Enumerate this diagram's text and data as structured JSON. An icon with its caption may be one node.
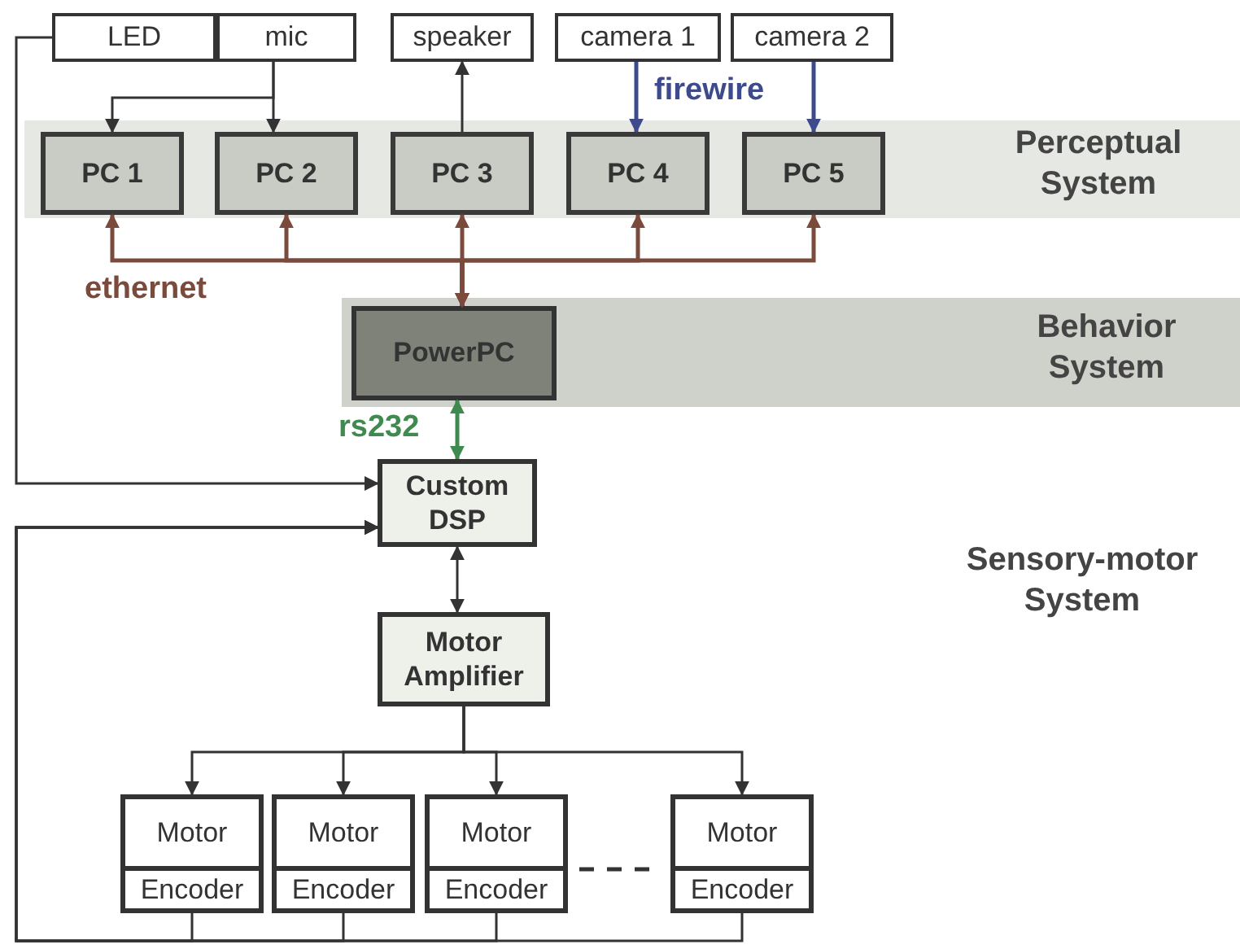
{
  "diagram": {
    "nodes": [
      {
        "text": [
          "LED"
        ]
      },
      {
        "text": [
          "mic"
        ]
      },
      {
        "text": [
          "speaker"
        ]
      },
      {
        "text": [
          "camera 1"
        ]
      },
      {
        "text": [
          "camera 2"
        ]
      },
      {
        "text": [
          "Perceptual System"
        ]
      },
      {
        "text": [
          "PC 1"
        ],
        "in": 5
      },
      {
        "text": [
          "PC 2"
        ],
        "in": 5
      },
      {
        "text": [
          "PC 3"
        ],
        "in": 5
      },
      {
        "text": [
          "PC 4"
        ],
        "in": 5
      },
      {
        "text": [
          "PC 5"
        ],
        "in": 5
      },
      {
        "text": [
          "Behavior System"
        ]
      },
      {
        "text": [
          "PowerPC"
        ],
        "in": 11
      },
      {
        "text": [
          "Custom DSP"
        ]
      },
      {
        "text": [
          "Motor Amplifier"
        ]
      },
      {
        "text": [
          "Motor",
          "Encoder"
        ]
      },
      {
        "text": [
          "Motor",
          "Encoder"
        ]
      },
      {
        "text": [
          "Motor",
          "Encoder"
        ]
      },
      {
        "text": [
          "Motor",
          "Encoder"
        ]
      }
    ],
    "edges": [
      {
        "from": 0,
        "to": 13,
        "arrow": "to"
      },
      {
        "from": 1,
        "to": 6,
        "arrow": "to"
      },
      {
        "from": 1,
        "to": 7,
        "arrow": "to"
      },
      {
        "from": 8,
        "to": 2,
        "arrow": "to"
      },
      {
        "from": 3,
        "to": 9,
        "arrow": "to",
        "label": "firewire",
        "color": "#3d4a8c"
      },
      {
        "from": 4,
        "to": 10,
        "arrow": "to",
        "color": "#3d4a8c"
      },
      {
        "from": 12,
        "to": 6,
        "arrow": "both",
        "label": "ethernet",
        "color": "#7a4a3c"
      },
      {
        "from": 12,
        "to": 7,
        "arrow": "both",
        "color": "#7a4a3c"
      },
      {
        "from": 12,
        "to": 8,
        "arrow": "both",
        "color": "#7a4a3c"
      },
      {
        "from": 12,
        "to": 9,
        "arrow": "both",
        "color": "#7a4a3c"
      },
      {
        "from": 12,
        "to": 10,
        "arrow": "both",
        "color": "#7a4a3c"
      },
      {
        "from": 12,
        "to": 13,
        "arrow": "both",
        "label": "rs232",
        "color": "#3f8a4f"
      },
      {
        "from": 13,
        "to": 14,
        "arrow": "both"
      },
      {
        "from": 14,
        "to": 15,
        "arrow": "to"
      },
      {
        "from": 14,
        "to": 16,
        "arrow": "to"
      },
      {
        "from": 14,
        "to": 17,
        "arrow": "to"
      },
      {
        "from": 14,
        "to": 18,
        "arrow": "to"
      },
      {
        "from": 15,
        "to": 13,
        "arrow": "to"
      },
      {
        "from": 16,
        "to": 13,
        "arrow": "to"
      },
      {
        "from": 17,
        "to": 13,
        "arrow": "to"
      },
      {
        "from": 18,
        "to": 13,
        "arrow": "to"
      }
    ],
    "labels": [
      "Sensory-motor System"
    ]
  }
}
